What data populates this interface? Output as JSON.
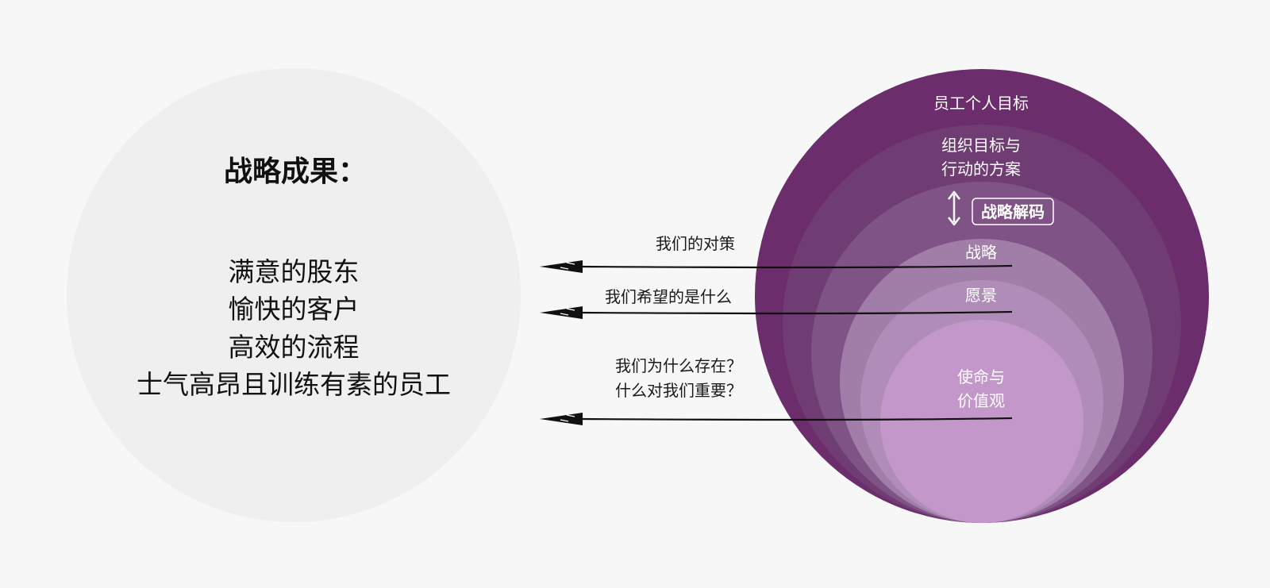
{
  "colors": {
    "background": "#f7f7f7",
    "left_circle": "#efefef",
    "ring_outer": "#6b2d6b",
    "ring_2": "#703c74",
    "ring_3": "#7f5385",
    "ring_4": "#a07ea8",
    "ring_5": "#b08db9",
    "ring_inner": "#c397c9",
    "arrow": "#111111"
  },
  "left": {
    "title": "战略成果：",
    "outcomes": [
      "满意的股东",
      "愉快的客户",
      "高效的流程",
      "士气高昂且训练有素的员工"
    ]
  },
  "rings": {
    "employee_goals": "员工个人目标",
    "org_goals_line1": "组织目标与",
    "org_goals_line2": "行动的方案",
    "decode": "战略解码",
    "strategy": "战略",
    "vision": "愿景",
    "mission_line1": "使命与",
    "mission_line2": "价值观"
  },
  "arrows": {
    "strategy_label": "我们的对策",
    "vision_label": "我们希望的是什么",
    "mission_label_line1": "我们为什么存在？",
    "mission_label_line2": "什么对我们重要？"
  }
}
